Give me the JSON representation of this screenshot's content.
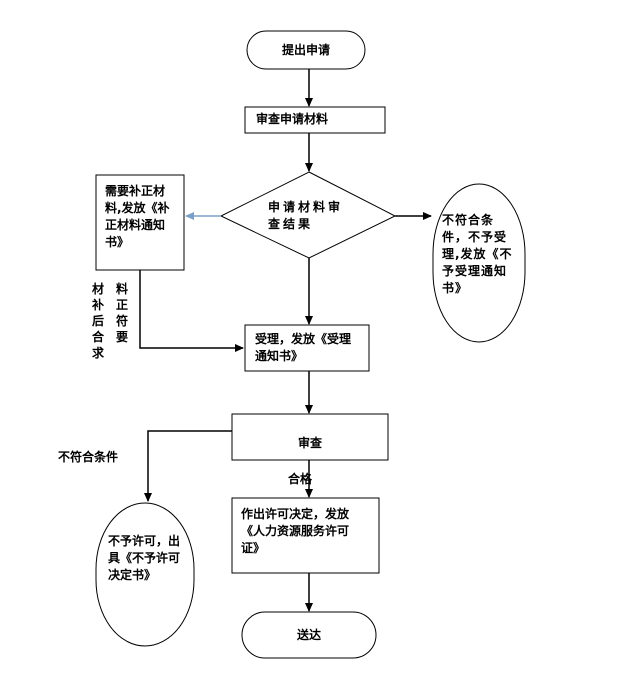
{
  "nodes": {
    "start": "提出申请",
    "review_materials": "审查申请材料",
    "decision": "申请材料审\n查结果",
    "supplement": "需要补正材\n料,发放《补\n正材料通知\n书》",
    "reject_accept": "不符合条\n件，不予受\n理,发放《不\n予受理通知\n书》",
    "accept": "受理，发放《受理\n通知书》",
    "review": "审查",
    "decide": "作出许可决定，发放\n《人力资源服务许可\n证》",
    "deny": "不予许可，出\n具《不予许可\n决定书》",
    "deliver": "送达"
  },
  "labels": {
    "supplement_return_col1": "材\n补\n后\n合\n求",
    "supplement_return_col2": "料\n正\n符\n要",
    "not_qualified": "不符合条件",
    "qualified": "合格"
  }
}
